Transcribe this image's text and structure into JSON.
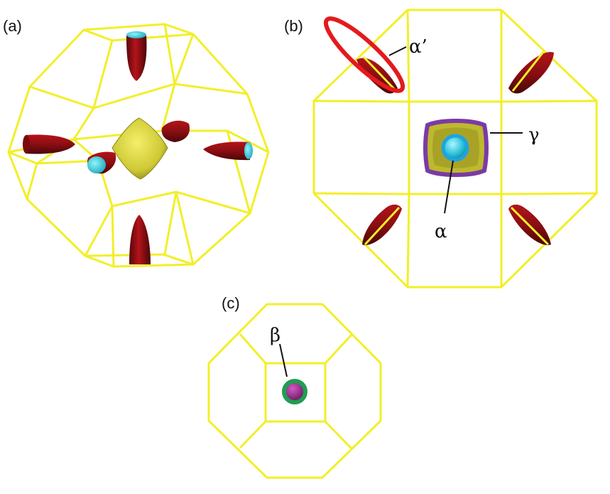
{
  "panels": {
    "a": {
      "label": "(a)"
    },
    "b": {
      "label": "(b)"
    },
    "c": {
      "label": "(c)"
    }
  },
  "annotations": {
    "alpha_prime": "α’",
    "gamma": "γ",
    "alpha": "α",
    "beta": "β"
  },
  "colors": {
    "zone_edges": "#f2ef29",
    "pocket_red": "#8b0f12",
    "pocket_cyan": "#2fc8d6",
    "central_yellow": "#d8d43a",
    "highlight_red": "#e41a1c",
    "highlight_purple": "#7b3aa6",
    "highlight_blue": "#20a8e6",
    "highlight_green": "#1f9e50",
    "beta_core": "#8a1a7a"
  }
}
